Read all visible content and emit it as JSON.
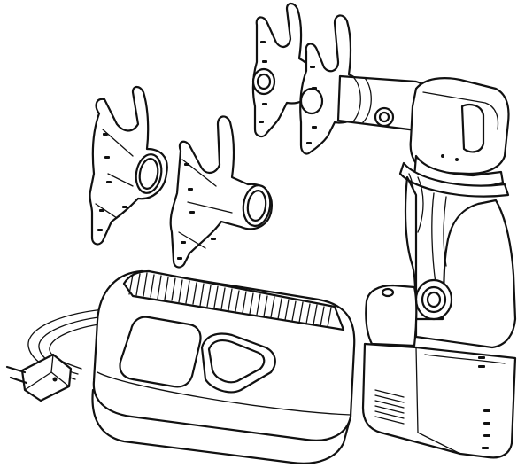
{
  "illustration": {
    "style": "black line art on white",
    "colors": {
      "line": "#111111",
      "background": "#ffffff"
    },
    "parts": [
      "pipe-expander-tool",
      "expander-head-small",
      "expander-head-medium",
      "expander-head-large-a",
      "expander-head-large-b",
      "battery-charger",
      "power-cord-plug"
    ]
  }
}
